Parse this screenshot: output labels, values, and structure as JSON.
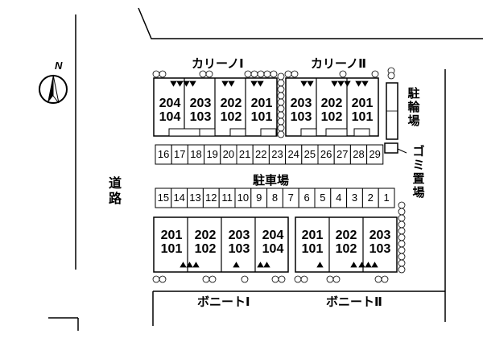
{
  "compass": {
    "label": "N"
  },
  "road": {
    "label": [
      "道",
      "路"
    ]
  },
  "buildings": {
    "carino1": {
      "name": "カリーノⅠ",
      "units": [
        {
          "upper": "204",
          "lower": "104"
        },
        {
          "upper": "203",
          "lower": "103"
        },
        {
          "upper": "202",
          "lower": "102"
        },
        {
          "upper": "201",
          "lower": "101"
        }
      ]
    },
    "carino2": {
      "name": "カリーノⅡ",
      "units": [
        {
          "upper": "203",
          "lower": "103"
        },
        {
          "upper": "202",
          "lower": "102"
        },
        {
          "upper": "201",
          "lower": "101"
        }
      ]
    },
    "bonito1": {
      "name": "ボニートⅠ",
      "units": [
        {
          "upper": "201",
          "lower": "101"
        },
        {
          "upper": "202",
          "lower": "102"
        },
        {
          "upper": "203",
          "lower": "103"
        },
        {
          "upper": "204",
          "lower": "104"
        }
      ]
    },
    "bonito2": {
      "name": "ボニートⅡ",
      "units": [
        {
          "upper": "201",
          "lower": "101"
        },
        {
          "upper": "202",
          "lower": "102"
        },
        {
          "upper": "203",
          "lower": "103"
        }
      ]
    }
  },
  "parking": {
    "label": "駐車場",
    "top_row": [
      "16",
      "17",
      "18",
      "19",
      "20",
      "21",
      "22",
      "23",
      "24",
      "25",
      "26",
      "27",
      "28",
      "29"
    ],
    "bottom_row": [
      "15",
      "14",
      "13",
      "12",
      "11",
      "10",
      "9",
      "8",
      "7",
      "6",
      "5",
      "4",
      "3",
      "2",
      "1"
    ]
  },
  "bicycle_parking": {
    "label": [
      "駐",
      "輪",
      "場"
    ]
  },
  "garbage": {
    "label": [
      "ゴ",
      "ミ",
      "置",
      "場"
    ]
  }
}
